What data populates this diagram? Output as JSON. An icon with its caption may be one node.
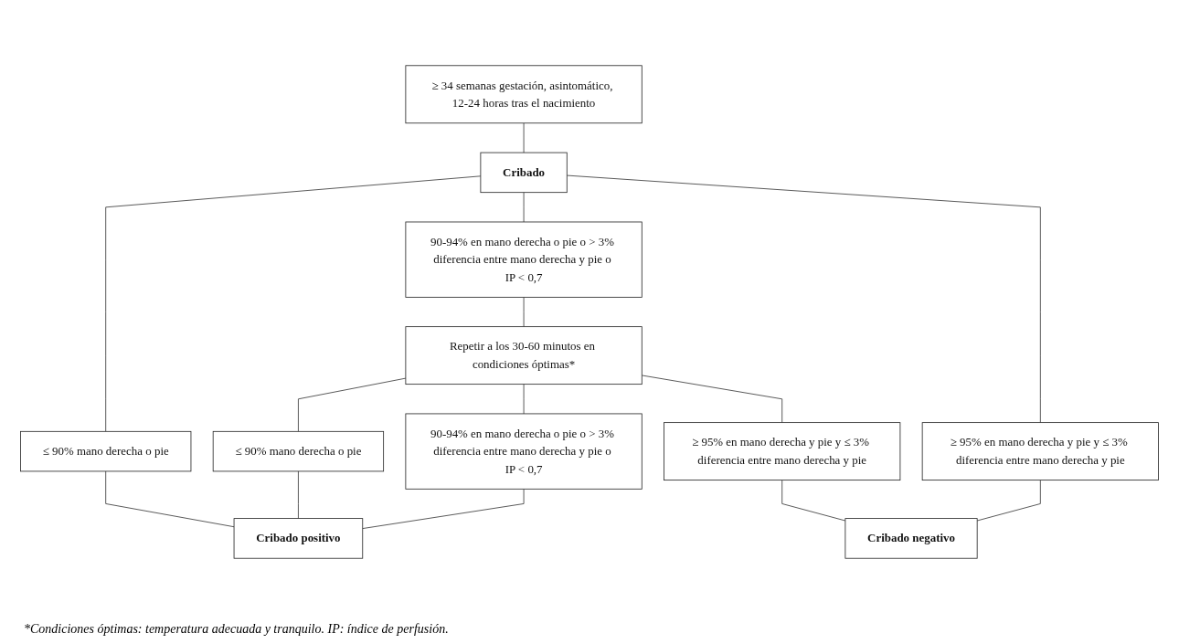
{
  "diagram": {
    "caption": "*Condiciones óptimas: temperatura adecuada y tranquilo. IP: índice de perfusión.",
    "nodes": [
      {
        "text": [
          "≥ 34 semanas gestación, asintomático, 12-24 horas tras el nacimiento"
        ]
      },
      {
        "text": [
          "Cribado"
        ]
      },
      {
        "text": [
          "≤ 90% mano derecha o pie"
        ]
      },
      {
        "text": [
          "90-94% en mano derecha o pie o > 3% diferencia entre mano derecha y pie o IP < 0,7"
        ]
      },
      {
        "text": [
          "≥ 95% en mano derecha y pie y ≤ 3% diferencia entre mano derecha y pie"
        ]
      },
      {
        "text": [
          "Repetir a los 30-60 minutos en condiciones óptimas*"
        ]
      },
      {
        "text": [
          "≤ 90% mano derecha o pie"
        ]
      },
      {
        "text": [
          "90-94% en mano derecha o pie o > 3% diferencia entre mano derecha y pie o IP < 0,7"
        ]
      },
      {
        "text": [
          "≥ 95% en mano derecha y pie y ≤ 3% diferencia entre mano derecha y pie"
        ]
      },
      {
        "text": [
          "Cribado positivo"
        ]
      },
      {
        "text": [
          "Cribado negativo"
        ]
      }
    ],
    "edges": [
      {
        "from": 0,
        "to": 1,
        "arrow": "none"
      },
      {
        "from": 1,
        "to": 2,
        "arrow": "none"
      },
      {
        "from": 1,
        "to": 3,
        "arrow": "none"
      },
      {
        "from": 1,
        "to": 4,
        "arrow": "none"
      },
      {
        "from": 3,
        "to": 5,
        "arrow": "none"
      },
      {
        "from": 5,
        "to": 6,
        "arrow": "none"
      },
      {
        "from": 5,
        "to": 7,
        "arrow": "none"
      },
      {
        "from": 5,
        "to": 8,
        "arrow": "none"
      },
      {
        "from": 2,
        "to": 9,
        "arrow": "none"
      },
      {
        "from": 6,
        "to": 9,
        "arrow": "none"
      },
      {
        "from": 7,
        "to": 9,
        "arrow": "none"
      },
      {
        "from": 4,
        "to": 10,
        "arrow": "none"
      },
      {
        "from": 8,
        "to": 10,
        "arrow": "none"
      }
    ]
  }
}
